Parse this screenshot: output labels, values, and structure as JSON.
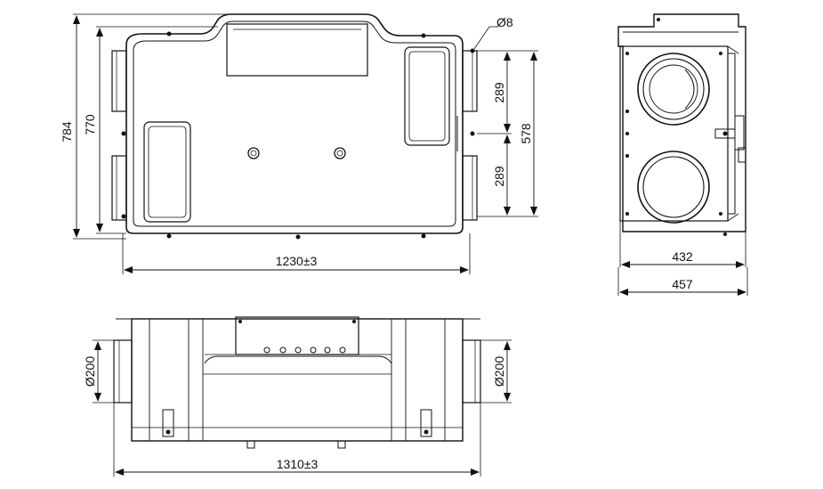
{
  "dimensions": {
    "h_784": "784",
    "h_770": "770",
    "hole_d8": "Ø8",
    "v_289_top": "289",
    "v_578": "578",
    "v_289_bottom": "289",
    "w_1230": "1230±3",
    "w_432": "432",
    "w_457": "457",
    "duct_left": "Ø200",
    "duct_right": "Ø200",
    "w_1310": "1310±3"
  },
  "colors": {
    "line": "#111111",
    "light_line": "#777777",
    "fill": "#ffffff"
  }
}
